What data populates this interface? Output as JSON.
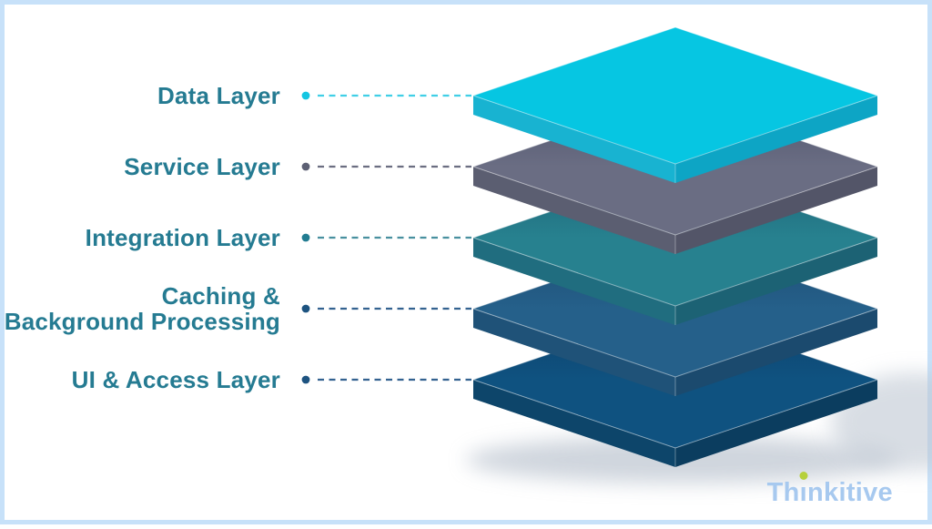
{
  "frame": {
    "border_color": "#c7e1f9",
    "background_color": "#ffffff"
  },
  "diagram": {
    "type": "layered-architecture-stack",
    "label_color": "#257b92",
    "layers": [
      {
        "label_lines": [
          "Data Layer"
        ],
        "top_color": "#06c6e2",
        "left_color": "#18b3d1",
        "right_color": "#0da5c5",
        "dot_color": "#14c6e2",
        "dash_color": "#40cfe6"
      },
      {
        "label_lines": [
          "Service Layer"
        ],
        "top_color": "#6a6d83",
        "left_color": "#5b5e71",
        "right_color": "#535568",
        "dot_color": "#5d6074",
        "dash_color": "#6b6e81"
      },
      {
        "label_lines": [
          "Integration Layer"
        ],
        "top_color": "#27818f",
        "left_color": "#206d7f",
        "right_color": "#1c6274",
        "dot_color": "#227c91",
        "dash_color": "#48909f"
      },
      {
        "label_lines": [
          "Caching &",
          "Background Processing"
        ],
        "top_color": "#25608a",
        "left_color": "#1f5278",
        "right_color": "#1b4a6e",
        "dot_color": "#1d5380",
        "dash_color": "#336290"
      },
      {
        "label_lines": [
          "UI & Access Layer"
        ],
        "top_color": "#0f5280",
        "left_color": "#0d456a",
        "right_color": "#0b3d5f",
        "dot_color": "#1d5380",
        "dash_color": "#336290"
      }
    ]
  },
  "branding": {
    "logo_text": "Thinkitive",
    "logo_pre": "Th",
    "logo_i": "ı",
    "logo_post": "nkitive",
    "logo_color": "#a7c9ef",
    "logo_dot_color": "#b6d03c"
  }
}
